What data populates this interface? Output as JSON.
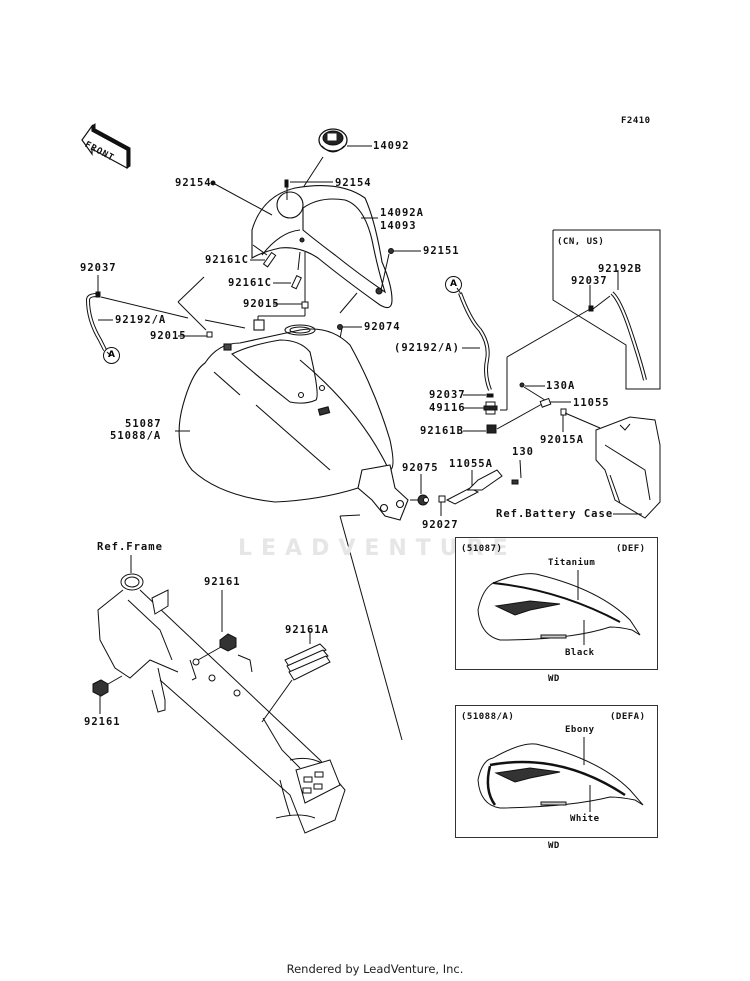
{
  "diagram": {
    "figure_id": "F2410",
    "front_arrow_label": "FRONT",
    "watermark": "LEADVENTURE",
    "footer": "Rendered by LeadVenture, Inc.",
    "callouts": {
      "p14092": "14092",
      "p92154_left": "92154",
      "p92154_right": "92154",
      "p14092A": "14092A",
      "p14093": "14093",
      "p92161C_1": "92161C",
      "p92161C_2": "92161C",
      "p92151": "92151",
      "p92015_top": "92015",
      "p92074": "92074",
      "p92037_left": "92037",
      "p92192A": "92192/A",
      "p92015_left": "92015",
      "p51087": "51087",
      "p51088A": "51088/A",
      "p92192A_paren": "(92192/A)",
      "p92037_mid": "92037",
      "p49116": "49116",
      "p92161B": "92161B",
      "p130A": "130A",
      "p11055": "11055",
      "p92015A": "92015A",
      "p92075": "92075",
      "p11055A": "11055A",
      "p130": "130",
      "p92027": "92027",
      "ref_battery_case": "Ref.Battery Case",
      "ref_frame": "Ref.Frame",
      "p92161_top": "92161",
      "p92161_bottom": "92161",
      "p92161A": "92161A",
      "circle_a_left": "A",
      "circle_a_right": "A"
    },
    "inset_cn_us": {
      "title": "(CN, US)",
      "p92192B": "92192B",
      "p92037": "92037"
    },
    "inset_def": {
      "part": "(51087)",
      "code": "(DEF)",
      "top_color": "Titanium",
      "bottom_color": "Black",
      "model": "WD"
    },
    "inset_defa": {
      "part": "(51088/A)",
      "code": "(DEFA)",
      "top_color": "Ebony",
      "bottom_color": "White",
      "model": "WD"
    }
  }
}
